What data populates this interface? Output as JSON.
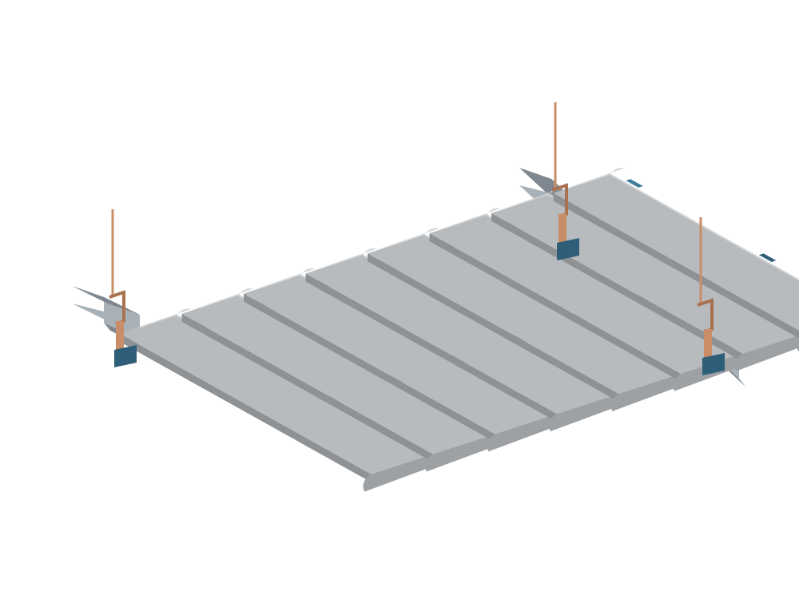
{
  "diagram": {
    "panel_count": 8,
    "carrier_count": 2,
    "hanger_rod_count": 3
  },
  "colors": {
    "background": "#ffffff",
    "panel": "#b8bbbe",
    "panel_edge": "#d2d4d6",
    "panel_shadow": "#9ea1a4",
    "panel_underside": "#8f9295",
    "carrier": "#a9b1b8",
    "carrier_dark": "#7f8890",
    "clip": "#2f5f78",
    "clip_light": "#3f7c98",
    "rod": "#c98e67",
    "rod_dark": "#a8714f"
  }
}
